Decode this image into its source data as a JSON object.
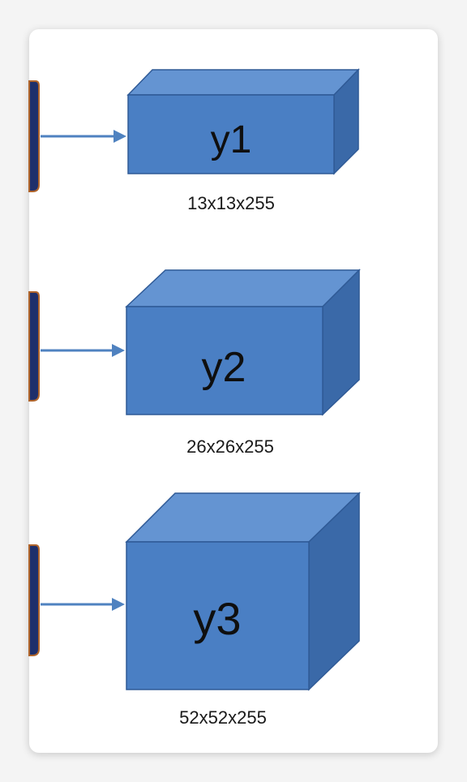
{
  "outputs": [
    {
      "name": "y1",
      "dims": "13x13x255"
    },
    {
      "name": "y2",
      "dims": "26x26x255"
    },
    {
      "name": "y3",
      "dims": "52x52x255"
    }
  ],
  "colors": {
    "box_front": "#4a7fc4",
    "box_top": "#6494d2",
    "box_side": "#3a69a8",
    "box_edge": "#2f5a96",
    "arrow": "#4f82c0",
    "source_block": "#1e2f6b",
    "source_outline": "#b0652c",
    "card_bg": "#ffffff"
  }
}
